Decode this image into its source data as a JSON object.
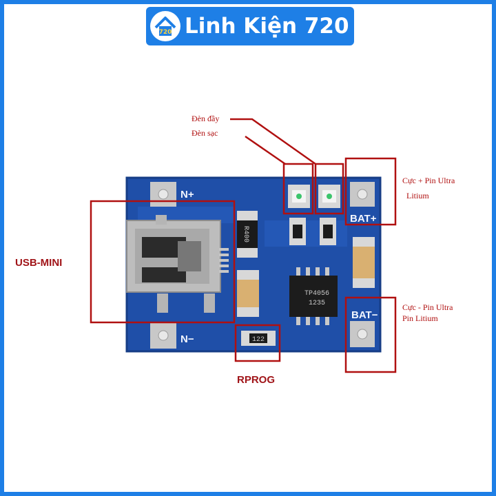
{
  "brand": {
    "name": "Linh Kiện 720",
    "logo_text": "720",
    "colors": {
      "accent": "#1e7fe6",
      "text": "#ffffff"
    }
  },
  "labels": {
    "den_day": "Đèn đầy",
    "den_sac": "Đèn sạc",
    "cuc_duong_line1": "Cực + Pin Ultra",
    "cuc_duong_line2": "Litium",
    "cuc_am_line1": "Cực - Pin Ultra",
    "cuc_am_line2": "Pin Litium",
    "usb_mini": "USB-MINI",
    "rprog": "RPROG"
  },
  "silkscreen": {
    "n_plus": "N+",
    "n_minus": "N−",
    "bat_plus": "BAT+",
    "bat_minus": "BAT−",
    "chip": "TP4056",
    "chip_code": "1235",
    "r_top": "R400",
    "r_prog": "122"
  },
  "colors": {
    "annotation": "#b01010",
    "board": "#1f4fa8",
    "board_edge": "#163d86"
  }
}
